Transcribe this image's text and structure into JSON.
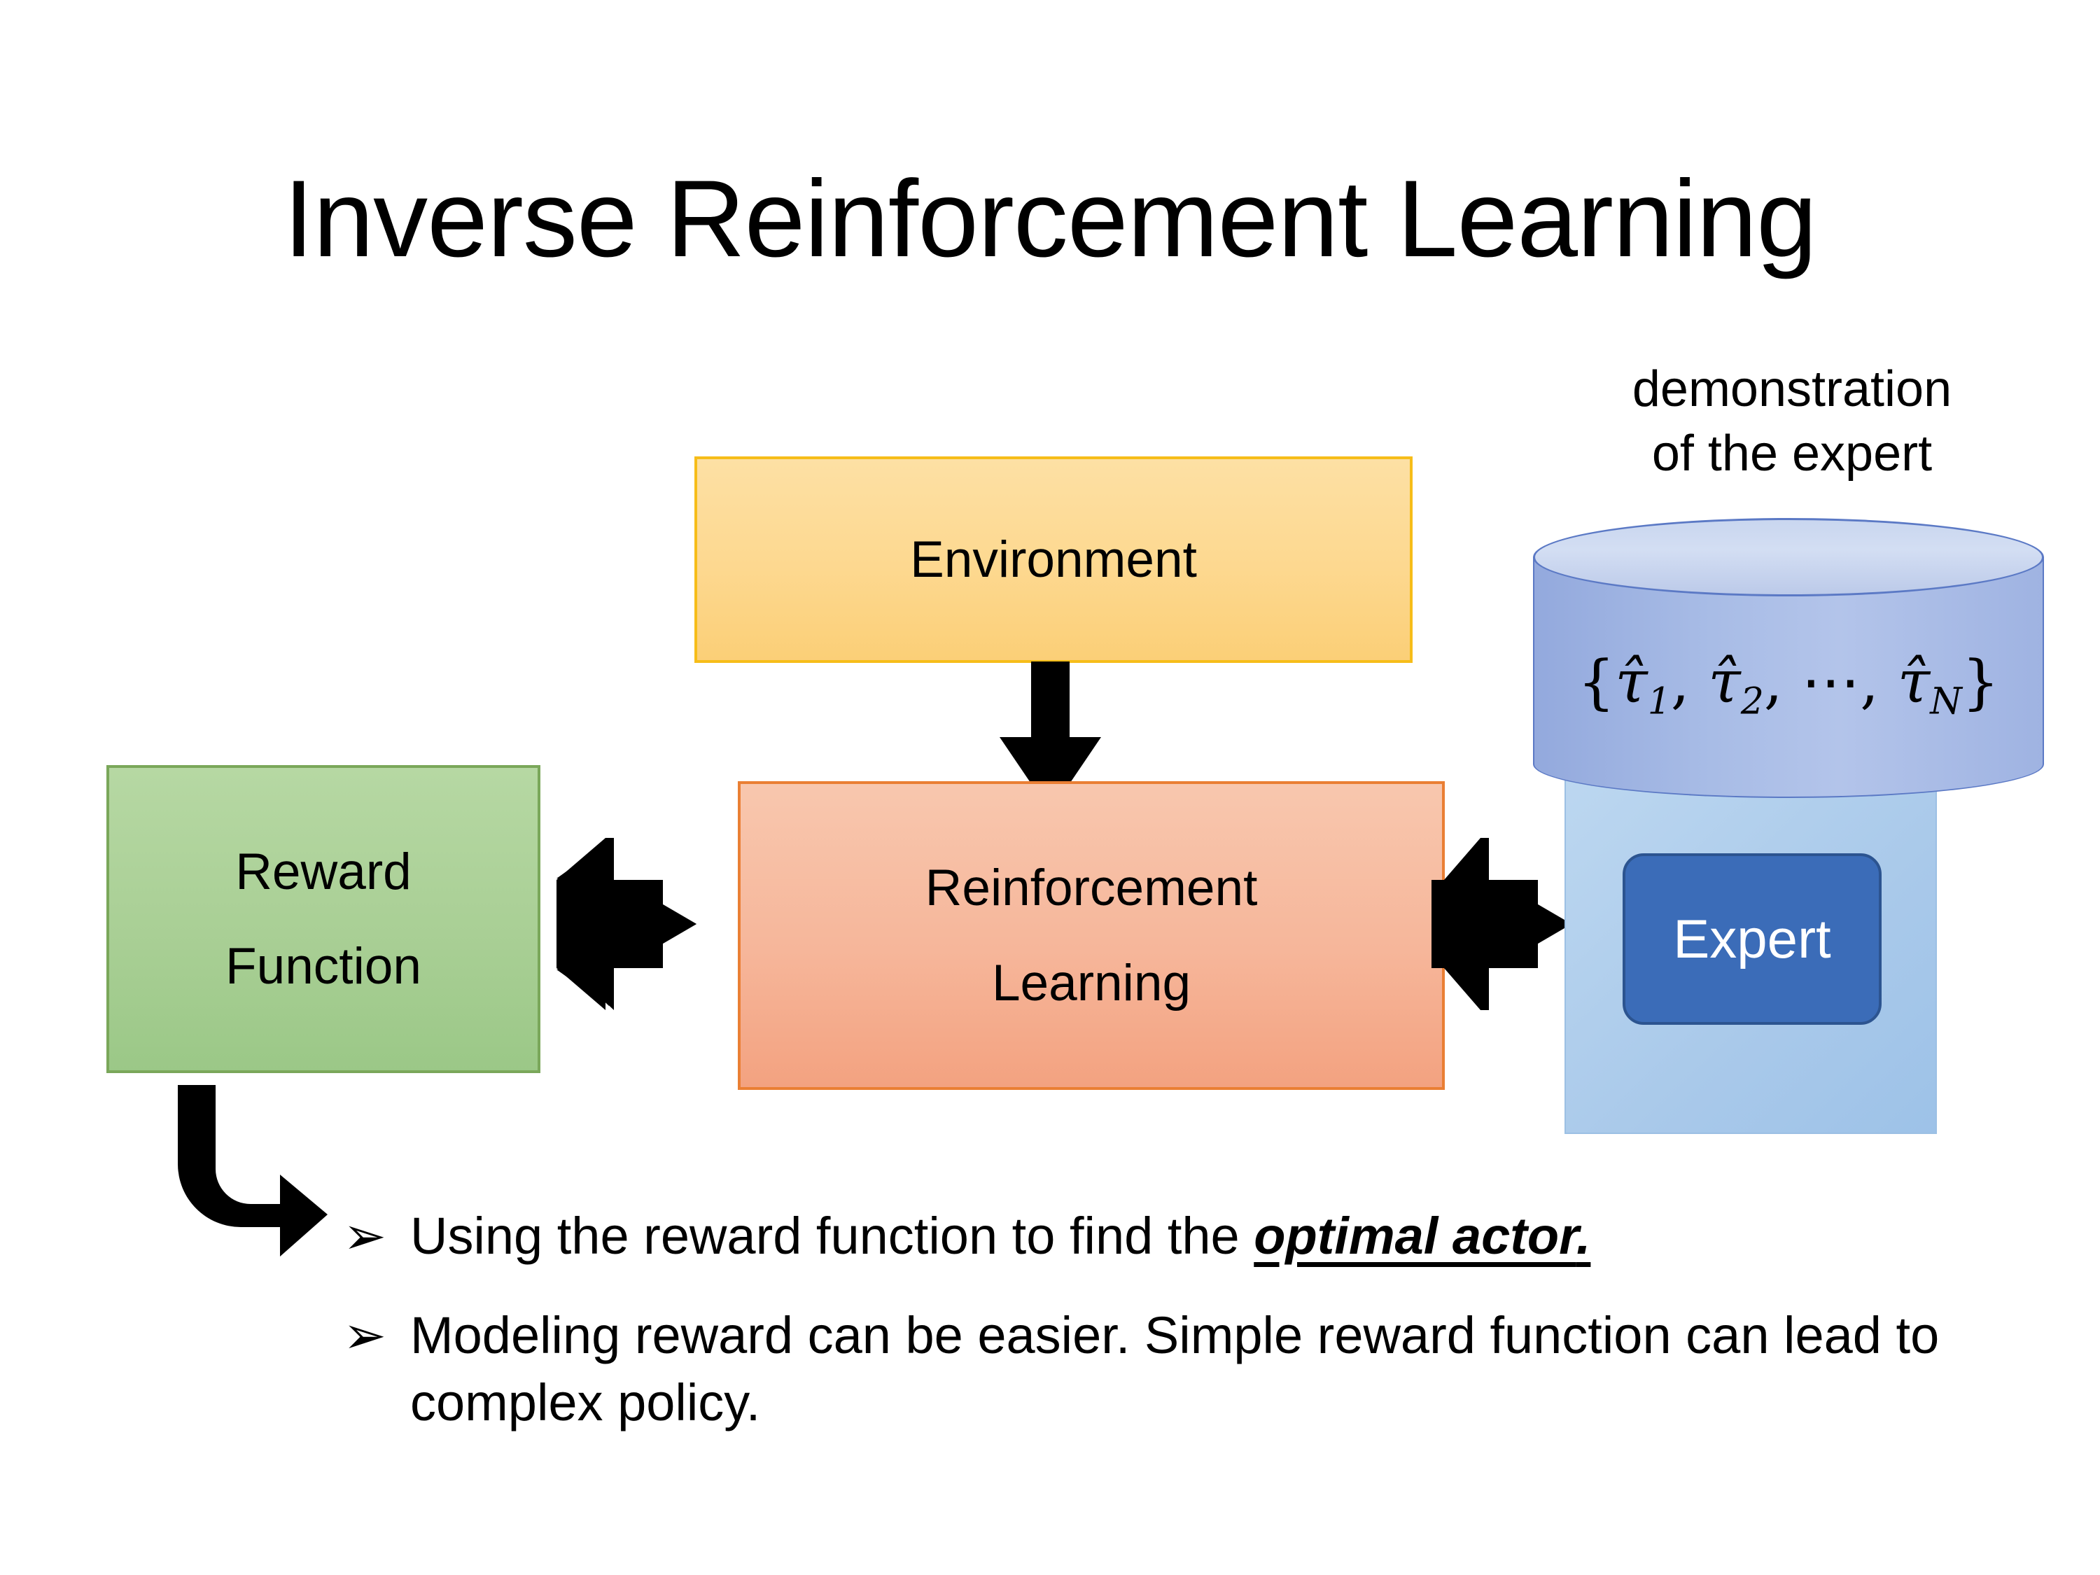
{
  "slide": {
    "title": "Inverse Reinforcement Learning",
    "background_color": "#ffffff"
  },
  "diagram": {
    "environment_box": {
      "label": "Environment",
      "fill_color": "#fdd88f",
      "border_color": "#f6bd19"
    },
    "reinforcement_learning_box": {
      "label_line1": "Reinforcement",
      "label_line2": "Learning",
      "fill_color": "#f6b69a",
      "border_color": "#ea7f34"
    },
    "reward_function_box": {
      "label_line1": "Reward",
      "label_line2": "Function",
      "fill_color": "#a9cf95",
      "border_color": "#7aa75a"
    },
    "demonstration_label": {
      "line1": "demonstration",
      "line2": "of the expert"
    },
    "trajectory_cylinder": {
      "open_brace": "{",
      "tau1": "τ̂",
      "sub1": "1",
      "comma1": ", ",
      "tau2": "τ̂",
      "sub2": "2",
      "comma2": ", ",
      "ellipsis": "⋯",
      "comma3": ", ",
      "tauN": "τ̂",
      "subN": "N",
      "close_brace": "}",
      "full_text": "{τ̂1, τ̂2, ⋯, τ̂N}",
      "body_color": "#a8bce6",
      "top_color": "#cfdcf2",
      "stroke_color": "#5b79c5"
    },
    "expert_box": {
      "label": "Expert",
      "fill_color": "#3b6cb8",
      "border_color": "#2c5490",
      "text_color": "#ffffff"
    },
    "expert_panel": {
      "fill_color": "#a9c9ea"
    },
    "connectors": {
      "environment_to_rl": "down-arrow",
      "reward_to_rl": "quad-arrow",
      "rl_to_expert": "quad-arrow",
      "reward_to_bullet": "elbow-arrow"
    }
  },
  "bullets": [
    {
      "marker": "➢",
      "text_before": "Using the reward function to find the ",
      "emphasis": "optimal actor",
      "text_after": "."
    },
    {
      "marker": "➢",
      "text_before": "Modeling reward can be easier. Simple reward function can lead to complex policy.",
      "emphasis": "",
      "text_after": ""
    }
  ]
}
